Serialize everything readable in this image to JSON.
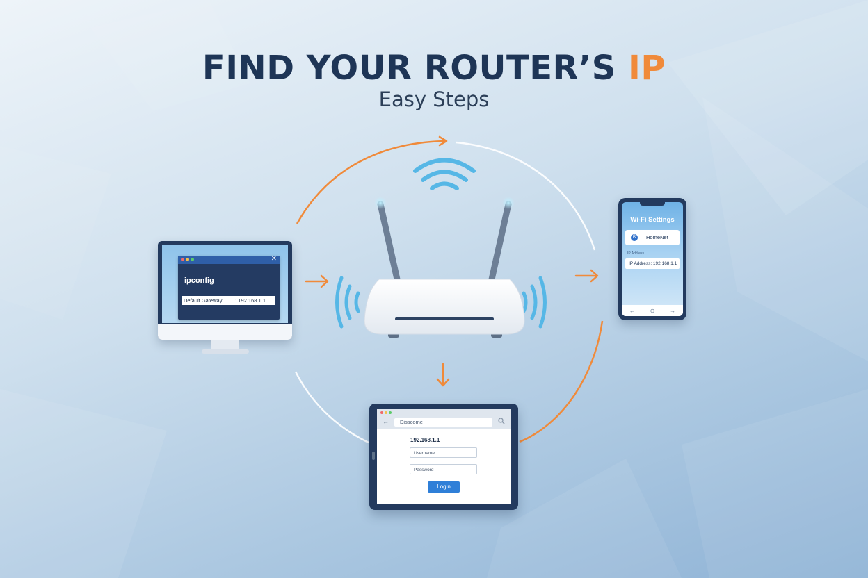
{
  "header": {
    "title_main": "FIND YOUR ROUTER’S ",
    "title_accent": "IP",
    "subtitle": "Easy Steps"
  },
  "colors": {
    "title": "#1e3556",
    "accent": "#f08a3a",
    "wifi": "#56b7e6",
    "device_frame": "#233a5e"
  },
  "computer": {
    "command": "ipconfig",
    "output": "Default Gateway . . . . : 192.168.1.1",
    "close_icon": "✕"
  },
  "phone": {
    "title": "Wi-Fi Settings",
    "network_icon": "ß",
    "network_name": "HomeNet",
    "ip_label": "IP Address",
    "ip_text": "IP Address: 192.168.1.1",
    "nav": [
      "←",
      "⊙",
      "→"
    ]
  },
  "tablet": {
    "back_icon": "←",
    "address_bar": "Disscome",
    "host": "192.168.1.1",
    "username_placeholder": "Username",
    "password_placeholder": "Password",
    "login_label": "Login"
  }
}
